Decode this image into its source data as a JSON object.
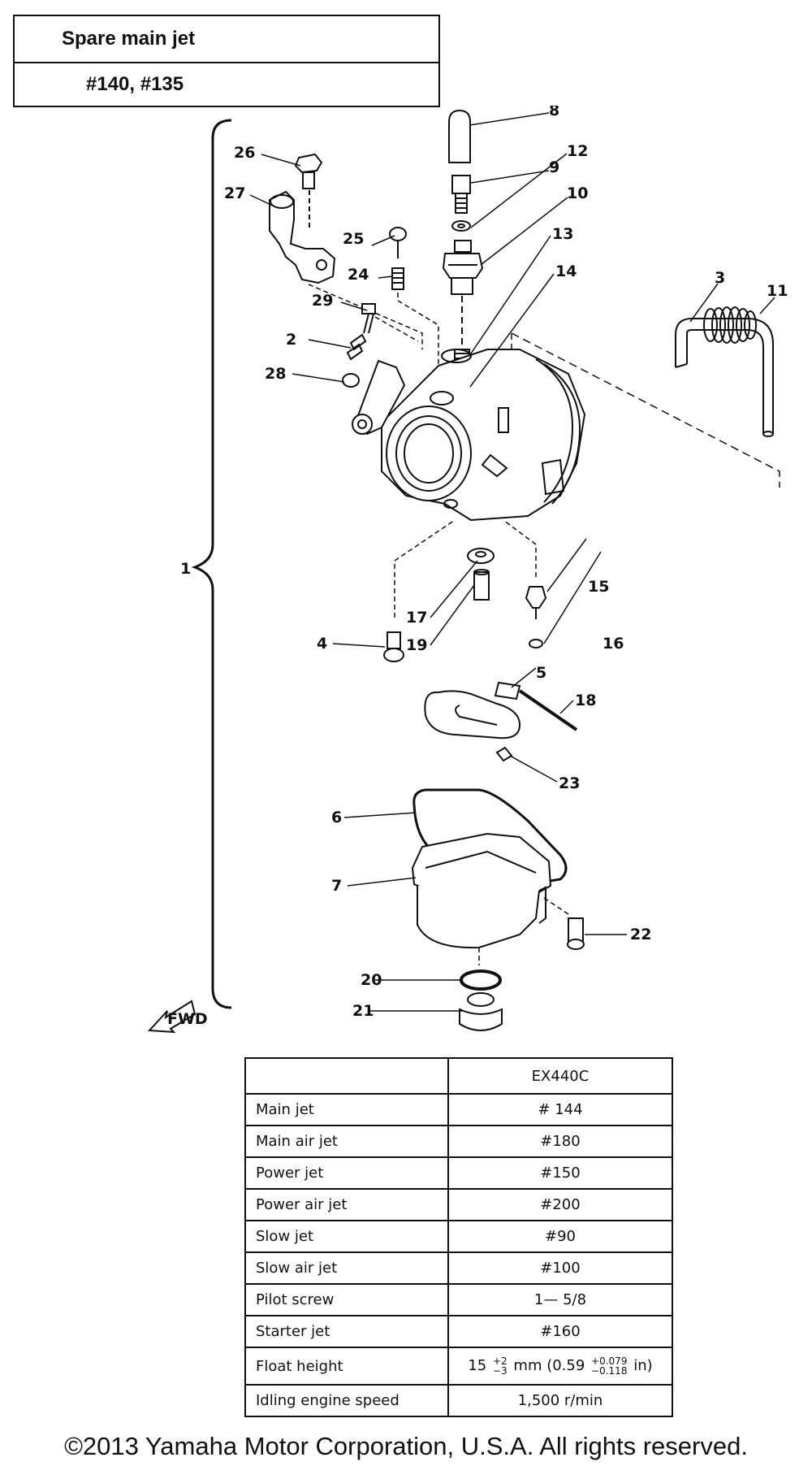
{
  "spare": {
    "title": "Spare main jet",
    "values": "#140, #135"
  },
  "callouts": {
    "c8": "8",
    "c9": "9",
    "c12": "12",
    "c10": "10",
    "c13": "13",
    "c14": "14",
    "c3": "3",
    "c11": "11",
    "c26": "26",
    "c27": "27",
    "c25": "25",
    "c24": "24",
    "c29": "29",
    "c2": "2",
    "c28": "28",
    "c1": "1",
    "c17": "17",
    "c15": "15",
    "c4": "4",
    "c19": "19",
    "c16": "16",
    "c5": "5",
    "c18": "18",
    "c23": "23",
    "c6": "6",
    "c7": "7",
    "c22": "22",
    "c20": "20",
    "c21": "21",
    "fwd": "FWD"
  },
  "table": {
    "model": "EX440C",
    "rows": [
      {
        "label": "Main jet",
        "value": "# 144"
      },
      {
        "label": "Main air jet",
        "value": "#180"
      },
      {
        "label": "Power jet",
        "value": "#150"
      },
      {
        "label": "Power air jet",
        "value": "#200"
      },
      {
        "label": "Slow jet",
        "value": "#90"
      },
      {
        "label": "Slow air jet",
        "value": "#100"
      },
      {
        "label": "Pilot screw",
        "value": "1— 5/8"
      },
      {
        "label": "Starter jet",
        "value": "#160"
      }
    ],
    "float": {
      "label": "Float height",
      "base": "15",
      "tol_up": "+2",
      "tol_down": "−3",
      "mm": "mm (0.59",
      "in_up": "+0.079",
      "in_down": "−0.118",
      "in": "in)"
    },
    "idle": {
      "label": "Idling engine speed",
      "value": "1,500 r/min"
    }
  },
  "copyright": "©2013 Yamaha Motor Corporation, U.S.A. All rights reserved."
}
